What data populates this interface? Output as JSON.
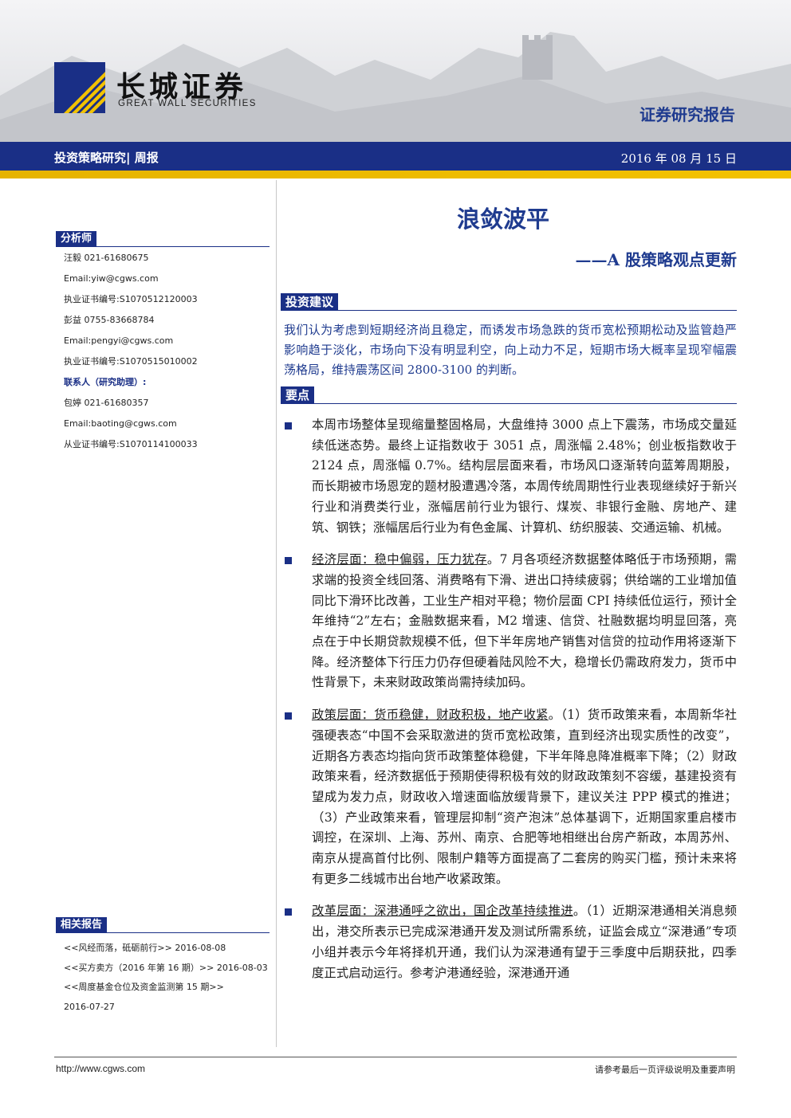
{
  "header": {
    "brand_name": "长城证券",
    "brand_sub": "GREAT WALL SECURITIES",
    "report_type": "证券研究报告",
    "category": "投资策略研究| 周报",
    "date": "2016 年 08 月 15 日"
  },
  "title": "浪敛波平",
  "subtitle": "——A 股策略观点更新",
  "analyst": {
    "section_label": "分析师",
    "lines": [
      "汪毅 021-61680675",
      "Email:yiw@cgws.com",
      "执业证书编号:S1070512120003",
      "彭益 0755-83668784",
      "Email:pengyi@cgws.com",
      "执业证书编号:S1070515010002",
      "联系人（研究助理）:",
      "包婷 021-61680357",
      "Email:baoting@cgws.com",
      "从业证书编号:S1070114100033"
    ]
  },
  "related": {
    "section_label": "相关报告",
    "lines": [
      "<<风经而落，砥砺前行>> 2016-08-08",
      "<<买方卖方（2016 年第 16 期）>> 2016-08-03",
      "<<周度基金仓位及资金监测第 15 期>>",
      "2016-07-27"
    ]
  },
  "advice": {
    "label": "投资建议",
    "text": "我们认为考虑到短期经济尚且稳定，而诱发市场急跌的货币宽松预期松动及监管趋严影响趋于淡化，市场向下没有明显利空，向上动力不足，短期市场大概率呈现窄幅震荡格局，维持震荡区间 2800-3100 的判断。"
  },
  "points": {
    "label": "要点",
    "items": [
      {
        "lead": "",
        "text": "本周市场整体呈现缩量整固格局，大盘维持 3000 点上下震荡，市场成交量延续低迷态势。最终上证指数收于 3051 点，周涨幅 2.48%；创业板指数收于 2124 点，周涨幅 0.7%。结构层层面来看，市场风口逐渐转向蓝筹周期股，而长期被市场恩宠的题材股遭遇冷落，本周传统周期性行业表现继续好于新兴行业和消费类行业，涨幅居前行业为银行、煤炭、非银行金融、房地产、建筑、钢铁；涨幅居后行业为有色金属、计算机、纺织服装、交通运输、机械。"
      },
      {
        "lead": "经济层面：稳中偏弱，压力犹存",
        "text": "。7 月各项经济数据整体略低于市场预期，需求端的投资全线回落、消费略有下滑、进出口持续疲弱；供给端的工业增加值同比下滑环比改善，工业生产相对平稳；物价层面 CPI 持续低位运行，预计全年维持“2”左右；金融数据来看，M2 增速、信贷、社融数据均明显回落，亮点在于中长期贷款规模不低，但下半年房地产销售对信贷的拉动作用将逐渐下降。经济整体下行压力仍存但硬着陆风险不大，稳增长仍需政府发力，货币中性背景下，未来财政政策尚需持续加码。"
      },
      {
        "lead": "政策层面：货币稳健，财政积极，地产收紧",
        "text": "。（1）货币政策来看，本周新华社强硬表态“中国不会采取激进的货币宽松政策，直到经济出现实质性的改变”，近期各方表态均指向货币政策整体稳健，下半年降息降准概率下降；（2）财政政策来看，经济数据低于预期使得积极有效的财政政策刻不容缓，基建投资有望成为发力点，财政收入增速面临放缓背景下，建议关注 PPP 模式的推进；（3）产业政策来看，管理层抑制“资产泡沫”总体基调下，近期国家重启楼市调控，在深圳、上海、苏州、南京、合肥等地相继出台房产新政，本周苏州、南京从提高首付比例、限制户籍等方面提高了二套房的购买门槛，预计未来将有更多二线城市出台地产收紧政策。"
      },
      {
        "lead": "改革层面：深港通呼之欲出，国企改革持续推进",
        "text": "。（1）近期深港通相关消息频出，港交所表示已完成深港通开发及测试所需系统，证监会成立“深港通”专项小组并表示今年将择机开通，我们认为深港通有望于三季度中后期获批，四季度正式启动运行。参考沪港通经验，深港通开通"
      }
    ]
  },
  "footer": {
    "url": "http://www.cgws.com",
    "note": "请参考最后一页评级说明及重要声明"
  }
}
